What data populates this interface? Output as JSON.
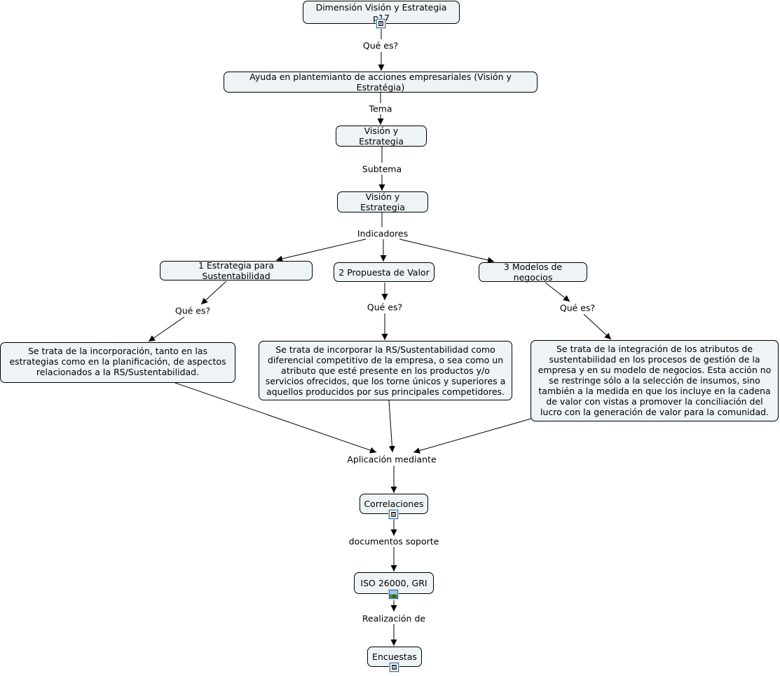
{
  "concept_map": {
    "nodes": {
      "dimension": "Dimensión Visión y Estrategia p17",
      "ayuda": "Ayuda en plantemianto de acciones empresariales (Visión y Estratégia)",
      "tema_vision": "Visión y Estrategia",
      "subtema_vision": "Visión y Estrategia",
      "estrategia": "1 Estrategia para Sustentabilidad",
      "propuesta": "2 Propuesta de Valor",
      "modelos": "3 Modelos de negocios",
      "desc_estrategia": "Se trata de la incorporación, tanto en las estrategias como en la planificación, de aspectos relacionados a la RS/Sustentabilidad.",
      "desc_propuesta": "Se trata de incorporar la RS/Sustentabilidad como diferencial competitivo de la empresa, o sea como un atributo que esté presente en los productos y/o servicios ofrecidos, que los torne únicos y superiores a aquellos producidos por sus principales competidores.",
      "desc_modelos": "Se trata de la integración de los atributos de sustentabilidad en los procesos de gestión de la empresa y en su modelo de negocios. Esta acción no se restringe sólo a la selección de insumos, sino también a la medida en que los incluye en la cadena de valor con vistas a promover la conciliación del lucro con la generación de valor para la comunidad.",
      "correlaciones": "Correlaciones",
      "iso": "ISO 26000, GRI",
      "encuestas": "Encuestas"
    },
    "links": {
      "que_es_1": "Qué es?",
      "tema": "Tema",
      "subtema": "Subtema",
      "indicadores": "Indicadores",
      "que_es_2": "Qué es?",
      "que_es_3": "Qué es?",
      "que_es_4": "Qué es?",
      "aplicacion": "Aplicación mediante",
      "documentos": "documentos soporte",
      "realizacion": "Realización de"
    },
    "icons": {
      "dimension": "document-icon",
      "correlaciones": "document-icon",
      "iso": "image-icon",
      "encuestas": "document-icon"
    }
  }
}
